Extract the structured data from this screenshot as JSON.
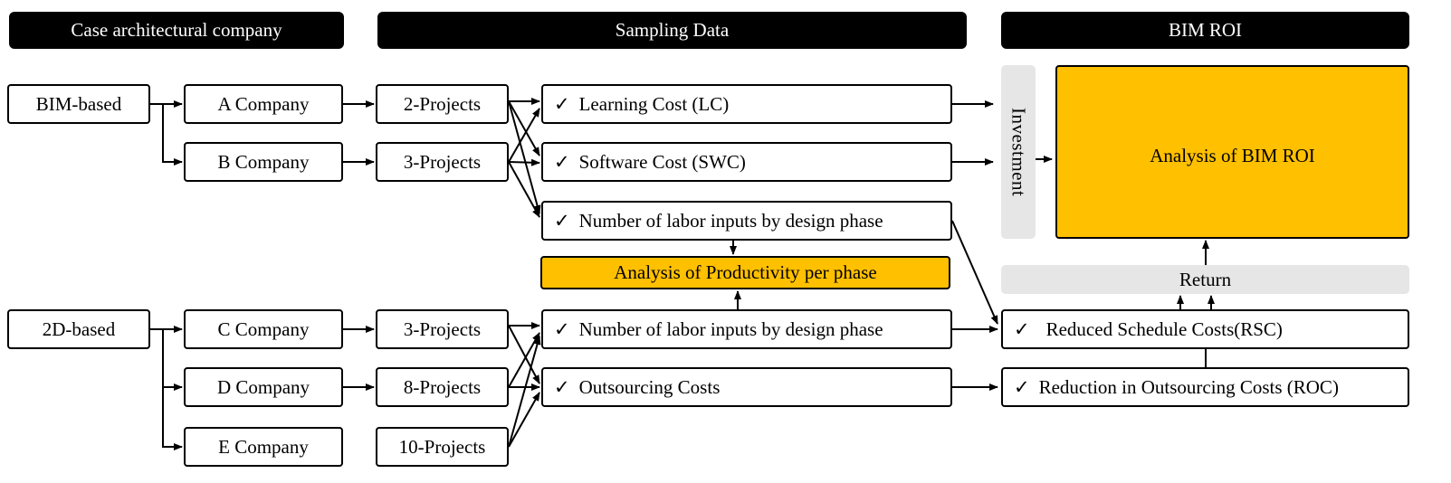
{
  "headers": {
    "case": "Case architectural company",
    "sampling": "Sampling Data",
    "roi": "BIM ROI"
  },
  "groups": {
    "bim": "BIM-based",
    "twod": "2D-based"
  },
  "companies": {
    "a": "A Company",
    "b": "B Company",
    "c": "C Company",
    "d": "D Company",
    "e": "E Company"
  },
  "projects": {
    "a": "2-Projects",
    "b": "3-Projects",
    "c": "3-Projects",
    "d": "8-Projects",
    "e": "10-Projects"
  },
  "check_mark": "✓",
  "sampling": {
    "lc": "Learning Cost (LC)",
    "swc": "Software Cost (SWC)",
    "labor_bim": "Number of labor inputs by design phase",
    "productivity": "Analysis of Productivity per phase",
    "labor_2d": "Number of labor inputs by design phase",
    "outsourcing": "Outsourcing Costs"
  },
  "roi": {
    "investment": "Investment",
    "analysis": "Analysis of BIM ROI",
    "return": "Return",
    "rsc": "Reduced Schedule Costs(RSC)",
    "roc": "Reduction in Outsourcing Costs (ROC)"
  },
  "colors": {
    "header_bg": "#000000",
    "highlight": "#ffc000",
    "panel_grey": "#e6e6e6"
  }
}
